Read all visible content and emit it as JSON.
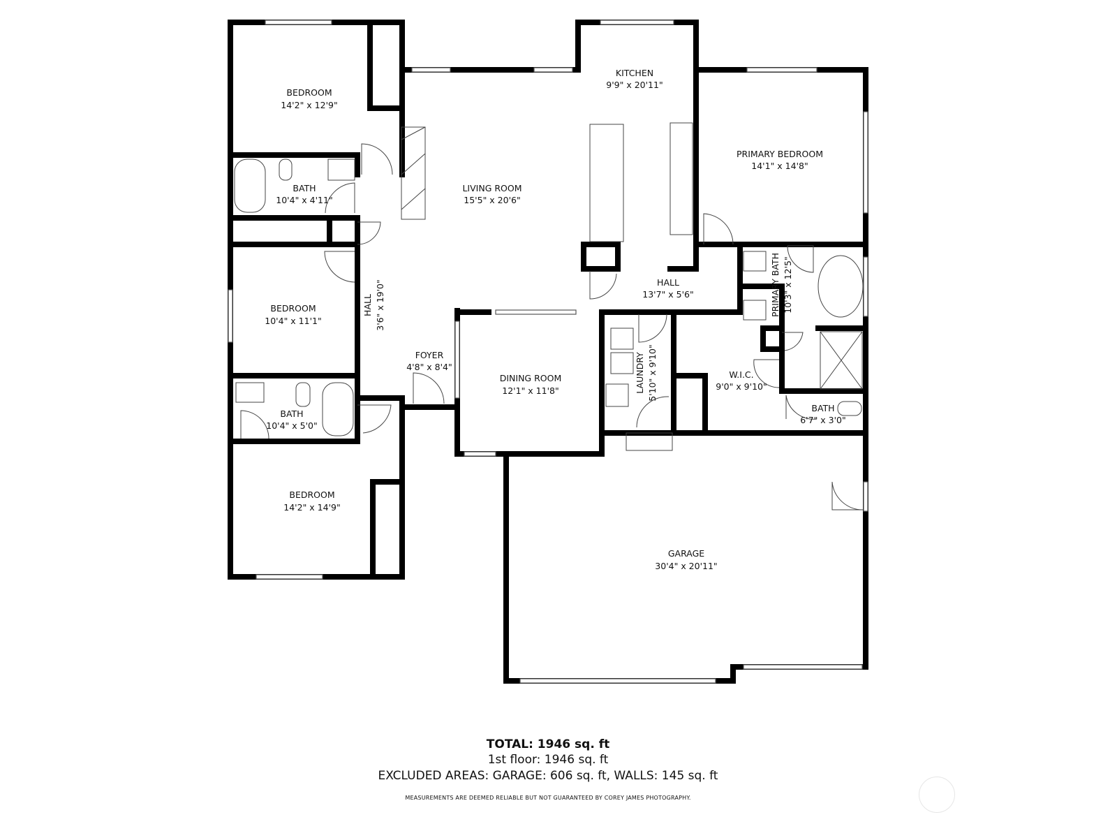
{
  "rooms": [
    {
      "name": "BEDROOM",
      "size": "14'2\" x 12'9\""
    },
    {
      "name": "BATH",
      "size": "10'4\" x 4'11\""
    },
    {
      "name": "BEDROOM",
      "size": "10'4\" x 11'1\""
    },
    {
      "name": "BATH",
      "size": "10'4\" x 5'0\""
    },
    {
      "name": "BEDROOM",
      "size": "14'2\" x 14'9\""
    },
    {
      "name": "HALL",
      "size": "3'6\" x 19'0\""
    },
    {
      "name": "LIVING ROOM",
      "size": "15'5\" x 20'6\""
    },
    {
      "name": "KITCHEN",
      "size": "9'9\" x 20'11\""
    },
    {
      "name": "PRIMARY BEDROOM",
      "size": "14'1\" x 14'8\""
    },
    {
      "name": "HALL",
      "size": "13'7\" x 5'6\""
    },
    {
      "name": "PRIMARY BATH",
      "size": "10'3\" x 12'5\""
    },
    {
      "name": "FOYER",
      "size": "4'8\" x 8'4\""
    },
    {
      "name": "DINING ROOM",
      "size": "12'1\" x 11'8\""
    },
    {
      "name": "LAUNDRY",
      "size": "5'10\" x 9'10\""
    },
    {
      "name": "W.I.C.",
      "size": "9'0\" x 9'10\""
    },
    {
      "name": "BATH",
      "size": "6'7\" x 3'0\""
    },
    {
      "name": "GARAGE",
      "size": "30'4\" x 20'11\""
    }
  ],
  "summary": {
    "total": "TOTAL: 1946 sq. ft",
    "floor": "1st floor: 1946 sq. ft",
    "excluded": "EXCLUDED AREAS: GARAGE: 606 sq. ft, WALLS: 145 sq. ft",
    "disclaimer": "MEASUREMENTS ARE DEEMED RELIABLE BUT NOT GUARANTEED BY COREY JAMES PHOTOGRAPHY."
  },
  "colors": {
    "wall": "#000000",
    "background": "#ffffff"
  }
}
